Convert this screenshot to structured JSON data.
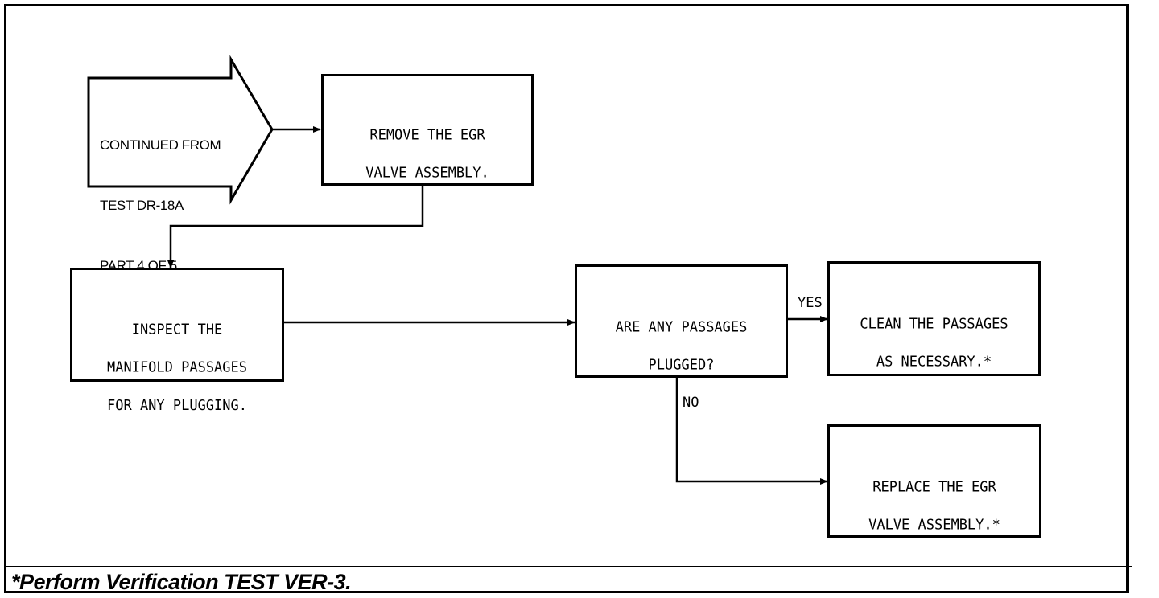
{
  "start": {
    "lines": [
      "CONTINUED FROM",
      "TEST DR-18A",
      "PART 4 OF 5."
    ]
  },
  "steps": {
    "remove": [
      "REMOVE THE EGR",
      "VALVE ASSEMBLY."
    ],
    "inspect": [
      "INSPECT THE",
      "MANIFOLD PASSAGES",
      "FOR ANY PLUGGING."
    ],
    "question": [
      "ARE ANY PASSAGES",
      "PLUGGED?"
    ],
    "clean": [
      "CLEAN THE PASSAGES",
      "AS NECESSARY.*"
    ],
    "replace": [
      "REPLACE THE EGR",
      "VALVE ASSEMBLY.*"
    ]
  },
  "labels": {
    "yes": "YES",
    "no": "NO"
  },
  "footer": {
    "note": "*Perform Verification TEST VER-3."
  }
}
